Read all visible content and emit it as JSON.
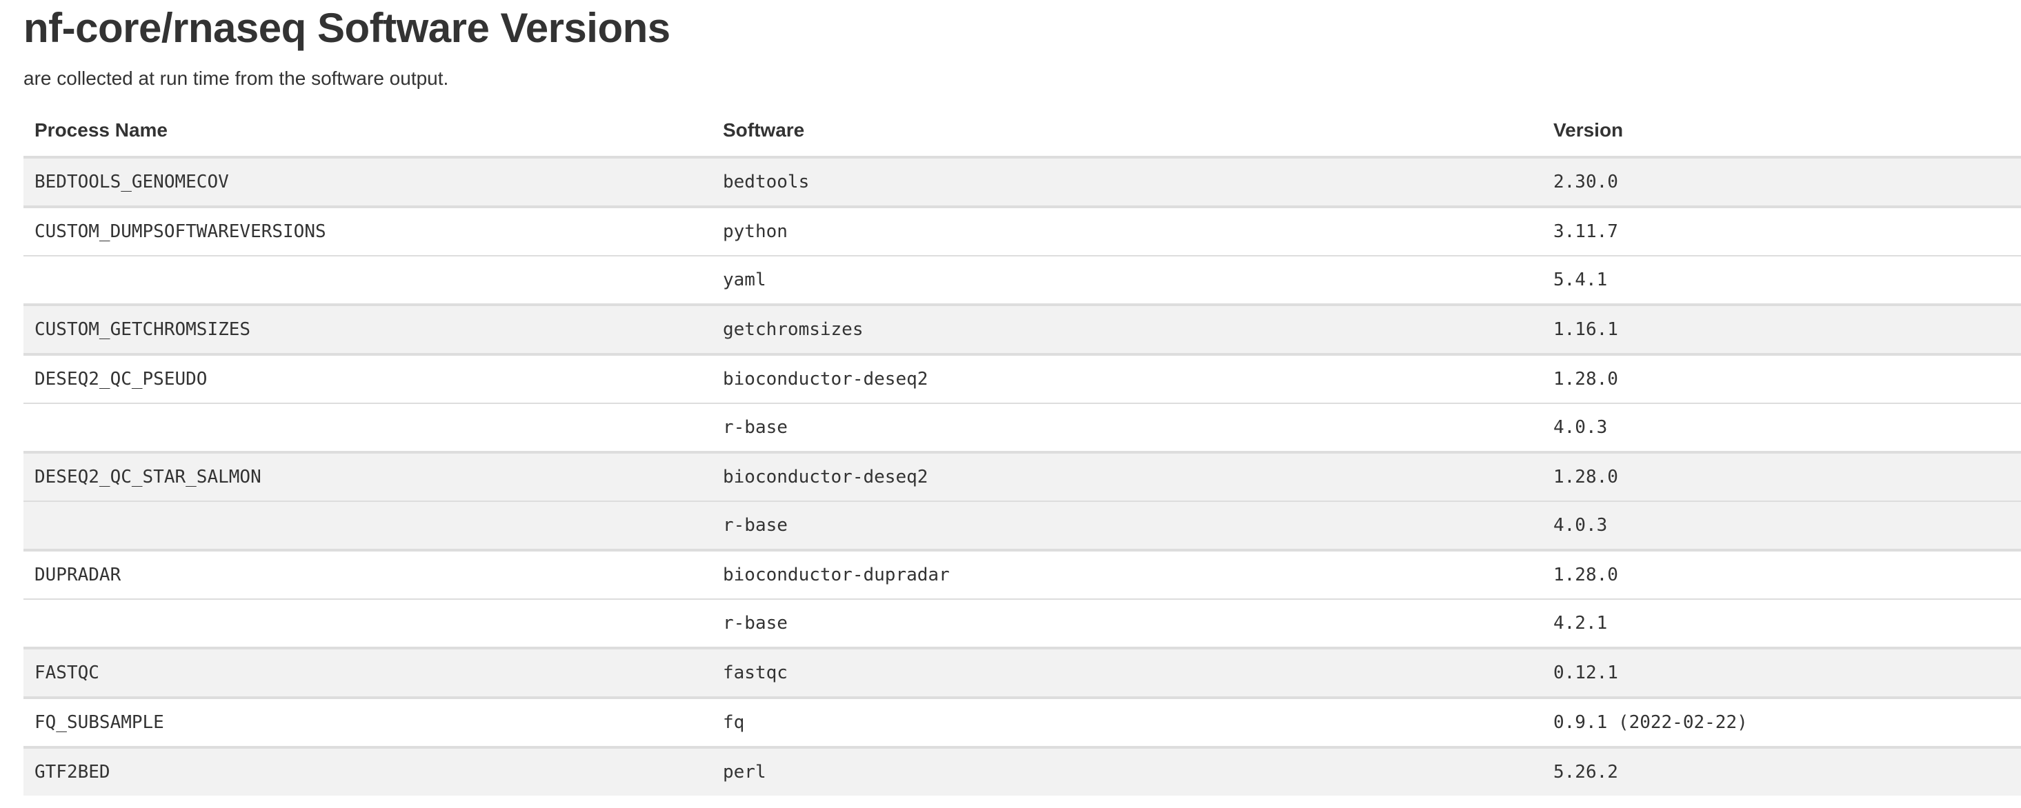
{
  "header": {
    "title": "nf-core/rnaseq Software Versions",
    "subtitle": "are collected at run time from the software output."
  },
  "table": {
    "columns": [
      "Process Name",
      "Software",
      "Version"
    ],
    "rows": [
      {
        "process": "BEDTOOLS_GENOMECOV",
        "software": "bedtools",
        "version": "2.30.0",
        "group": 1,
        "group_start": true
      },
      {
        "process": "CUSTOM_DUMPSOFTWAREVERSIONS",
        "software": "python",
        "version": "3.11.7",
        "group": 2,
        "group_start": true
      },
      {
        "process": "",
        "software": "yaml",
        "version": "5.4.1",
        "group": 2,
        "group_start": false
      },
      {
        "process": "CUSTOM_GETCHROMSIZES",
        "software": "getchromsizes",
        "version": "1.16.1",
        "group": 3,
        "group_start": true
      },
      {
        "process": "DESEQ2_QC_PSEUDO",
        "software": "bioconductor-deseq2",
        "version": "1.28.0",
        "group": 4,
        "group_start": true
      },
      {
        "process": "",
        "software": "r-base",
        "version": "4.0.3",
        "group": 4,
        "group_start": false
      },
      {
        "process": "DESEQ2_QC_STAR_SALMON",
        "software": "bioconductor-deseq2",
        "version": "1.28.0",
        "group": 5,
        "group_start": true
      },
      {
        "process": "",
        "software": "r-base",
        "version": "4.0.3",
        "group": 5,
        "group_start": false
      },
      {
        "process": "DUPRADAR",
        "software": "bioconductor-dupradar",
        "version": "1.28.0",
        "group": 6,
        "group_start": true
      },
      {
        "process": "",
        "software": "r-base",
        "version": "4.2.1",
        "group": 6,
        "group_start": false
      },
      {
        "process": "FASTQC",
        "software": "fastqc",
        "version": "0.12.1",
        "group": 7,
        "group_start": true
      },
      {
        "process": "FQ_SUBSAMPLE",
        "software": "fq",
        "version": "0.9.1 (2022-02-22)",
        "group": 8,
        "group_start": true
      },
      {
        "process": "GTF2BED",
        "software": "perl",
        "version": "5.26.2",
        "group": 9,
        "group_start": true
      }
    ]
  },
  "colors": {
    "text": "#333333",
    "odd_group_background": "#f2f2f2",
    "even_group_background": "#ffffff",
    "row_border": "#dddddd"
  }
}
